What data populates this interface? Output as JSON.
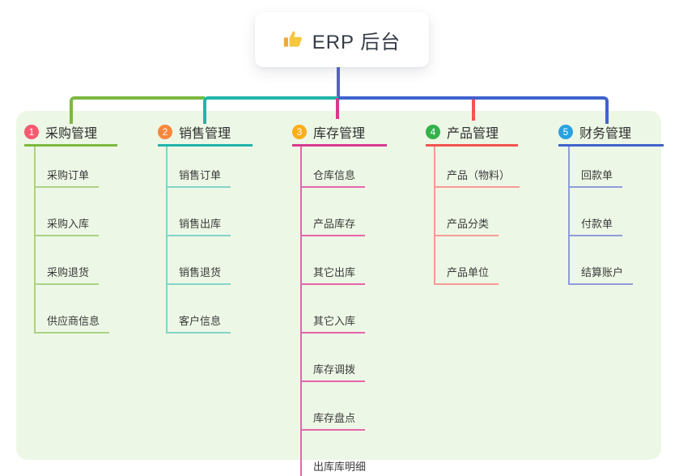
{
  "root": {
    "label": "ERP 后台",
    "icon": "thumbs-up-icon",
    "icon_colors": {
      "sleeve": "#eda93c",
      "hand": "#f6c63c"
    },
    "line_color": "#5561c8"
  },
  "panel": {
    "background": "#edf7e6"
  },
  "page_background": "#ffffff",
  "branches": [
    {
      "number": "1",
      "title": "采购管理",
      "badge_color": "#f45a70",
      "line_color": "#7cb93f",
      "sub_line_color": "#abd383",
      "items": [
        "采购订单",
        "采购入库",
        "采购退货",
        "供应商信息"
      ]
    },
    {
      "number": "2",
      "title": "销售管理",
      "badge_color": "#f8873c",
      "line_color": "#21b5a9",
      "sub_line_color": "#84d4c8",
      "items": [
        "销售订单",
        "销售出库",
        "销售退货",
        "客户信息"
      ]
    },
    {
      "number": "3",
      "title": "库存管理",
      "badge_color": "#fbae1c",
      "line_color": "#d8398f",
      "sub_line_color": "#e765a9",
      "items": [
        "仓库信息",
        "产品库存",
        "其它出库",
        "其它入库",
        "库存调拨",
        "库存盘点",
        "出库库明细"
      ]
    },
    {
      "number": "4",
      "title": "产品管理",
      "badge_color": "#33b24a",
      "line_color": "#f4534e",
      "sub_line_color": "#f89b94",
      "items": [
        "产品（物料）",
        "产品分类",
        "产品单位"
      ]
    },
    {
      "number": "5",
      "title": "财务管理",
      "badge_color": "#2aa1e0",
      "line_color": "#3f63cd",
      "sub_line_color": "#8f9cda",
      "items": [
        "回款单",
        "付款单",
        "结算账户"
      ]
    }
  ]
}
